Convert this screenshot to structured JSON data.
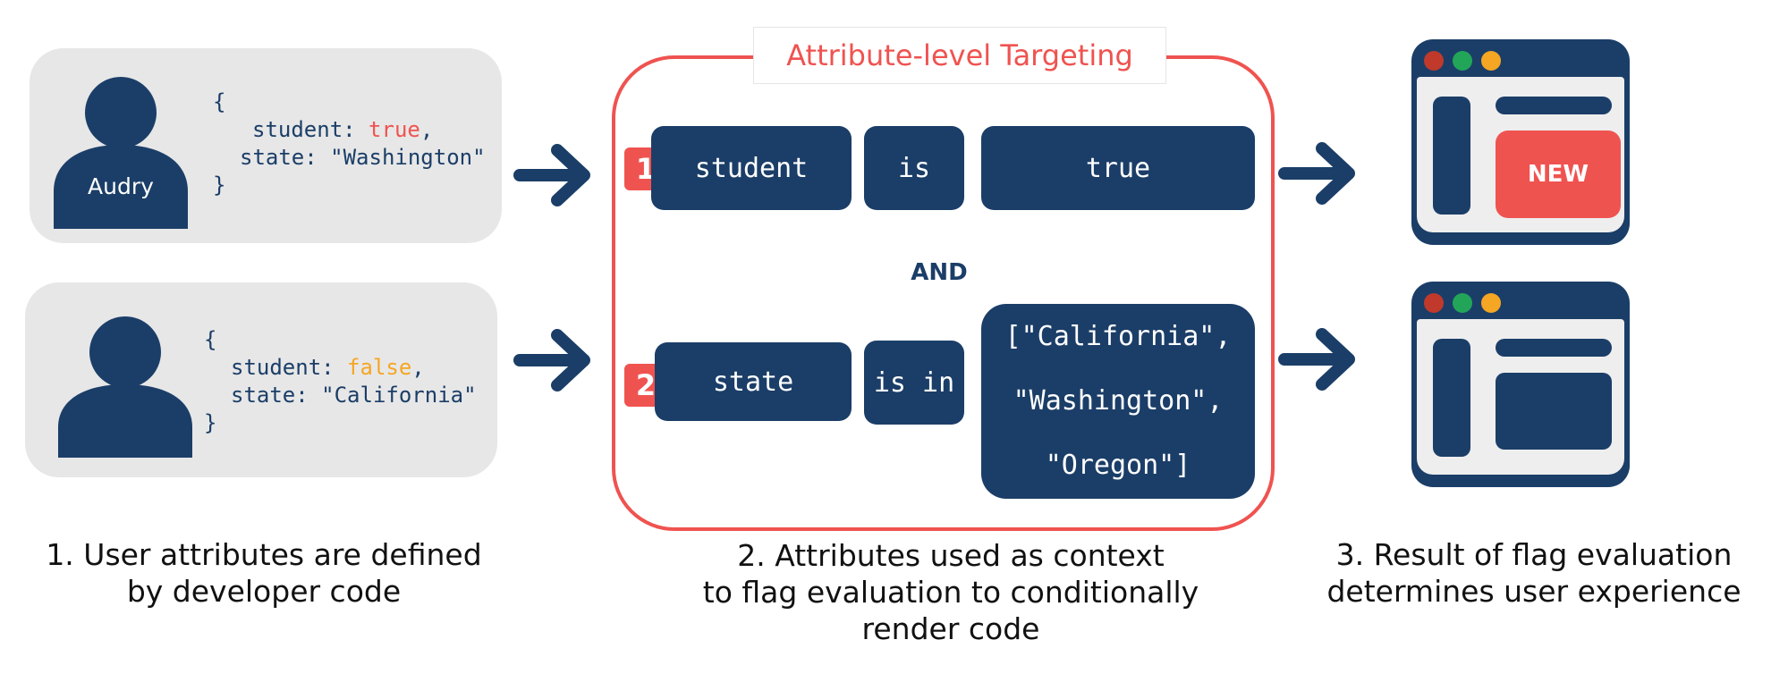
{
  "colors": {
    "navy": "#1b3e68",
    "red": "#ef5350",
    "orange": "#f5a623",
    "green": "#22a559",
    "card_grey": "#e7e7e7"
  },
  "users": [
    {
      "name": "Audry",
      "code": {
        "open": "{",
        "student_key": "student: ",
        "student_value": "true",
        "student_comma": ",",
        "state_line": "state: \"Washington\"",
        "close": "}"
      }
    },
    {
      "name": "",
      "code": {
        "open": "{",
        "student_key": "student: ",
        "student_value": "false",
        "student_comma": ",",
        "state_line": "state: \"California\"",
        "close": "}"
      }
    }
  ],
  "targeting": {
    "title": "Attribute-level Targeting",
    "rules": [
      {
        "number": "1",
        "attribute": "student",
        "operator": "is",
        "values": [
          "true"
        ]
      },
      {
        "number": "2",
        "attribute": "state",
        "operator": "is in",
        "values": [
          "[\"California\",",
          "\"Washington\",",
          "\"Oregon\"]"
        ]
      }
    ],
    "conjunction": "AND"
  },
  "results": [
    {
      "badge": "NEW"
    },
    {
      "badge": ""
    }
  ],
  "captions": [
    {
      "lines": [
        "1. User attributes are defined",
        "by developer code"
      ]
    },
    {
      "lines": [
        "2. Attributes used as context",
        "to flag evaluation to conditionally",
        "render code"
      ]
    },
    {
      "lines": [
        "3. Result of flag evaluation",
        "determines user experience"
      ]
    }
  ],
  "icons": [
    "user-avatar-icon",
    "arrow-right-icon",
    "browser-window-icon"
  ]
}
